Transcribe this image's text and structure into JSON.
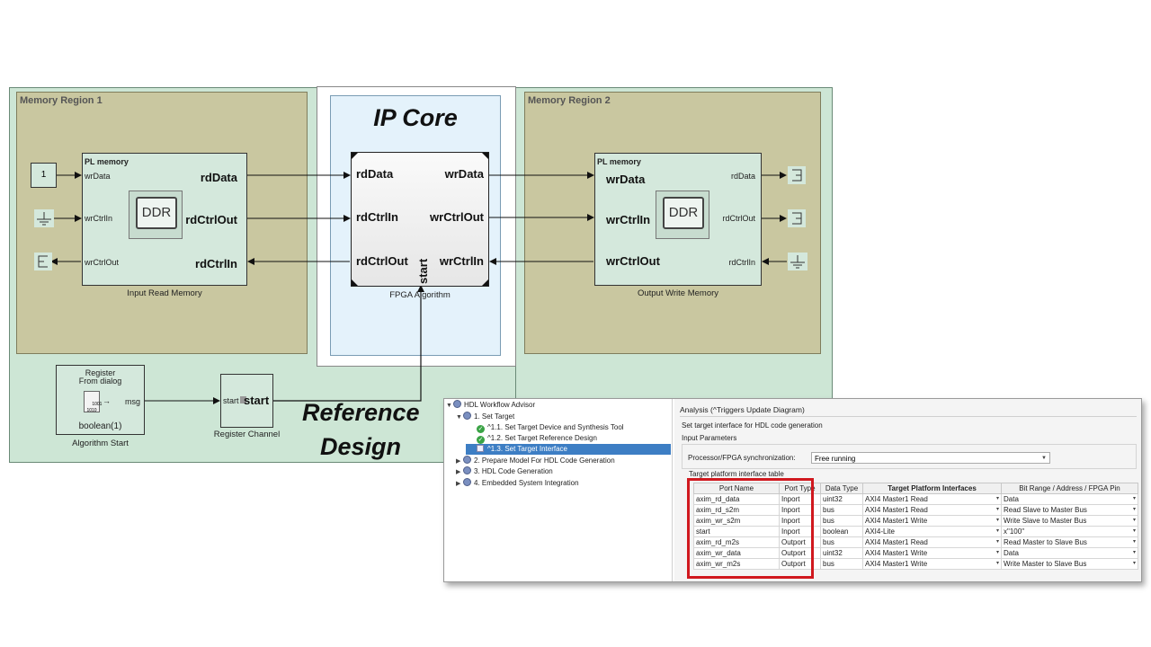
{
  "regions": {
    "region1": "Memory Region 1",
    "region2": "Memory Region 2"
  },
  "ip_core": {
    "title": "IP Core",
    "caption": "FPGA Algorithm",
    "ports_in": [
      "rdData",
      "rdCtrlIn",
      "rdCtrlOut"
    ],
    "ports_out": [
      "wrData",
      "wrCtrlOut",
      "wrCtrlIn"
    ],
    "start_port": "start"
  },
  "input_memory": {
    "header": "PL memory",
    "caption": "Input Read Memory",
    "in_ports": [
      "wrData",
      "wrCtrlIn",
      "wrCtrlOut"
    ],
    "out_ports": [
      "rdData",
      "rdCtrlOut",
      "rdCtrlIn"
    ],
    "chip_label": "DDR",
    "const_value": "1"
  },
  "output_memory": {
    "header": "PL memory",
    "caption": "Output Write Memory",
    "in_ports": [
      "wrData",
      "wrCtrlIn",
      "wrCtrlOut"
    ],
    "out_ports": [
      "rdData",
      "rdCtrlOut",
      "rdCtrlIn"
    ],
    "chip_label": "DDR"
  },
  "register": {
    "title": "Register",
    "subtitle": "From dialog",
    "bits": "1001\n1010",
    "out_port": "msg",
    "value": "boolean(1)",
    "caption": "Algorithm Start"
  },
  "channel": {
    "in_port": "start",
    "out_port": "start",
    "caption": "Register Channel"
  },
  "reference_design": {
    "line1": "Reference",
    "line2": "Design"
  },
  "workflow": {
    "tree": [
      {
        "label": "HDL Workflow Advisor",
        "icon": "gear-icon",
        "level": 0,
        "expanded": true
      },
      {
        "label": "1. Set Target",
        "icon": "gear-icon",
        "level": 1,
        "expanded": true
      },
      {
        "label": "^1.1. Set Target Device and Synthesis Tool",
        "icon": "check-icon",
        "level": 2
      },
      {
        "label": "^1.2. Set Target Reference Design",
        "icon": "check-icon",
        "level": 2
      },
      {
        "label": "^1.3. Set Target Interface",
        "icon": "document-icon",
        "level": 2,
        "selected": true
      },
      {
        "label": "2. Prepare Model For HDL Code Generation",
        "icon": "gear-icon",
        "level": 1
      },
      {
        "label": "3. HDL Code Generation",
        "icon": "gear-icon",
        "level": 1
      },
      {
        "label": "4. Embedded System Integration",
        "icon": "gear-icon",
        "level": 1
      }
    ],
    "analysis_title": "Analysis (^Triggers Update Diagram)",
    "description": "Set target interface for HDL code generation",
    "input_parameters": "Input Parameters",
    "sync_label": "Processor/FPGA synchronization:",
    "sync_value": "Free running",
    "table_title": "Target platform interface table",
    "table": {
      "headers": [
        "Port Name",
        "Port Type",
        "Data Type",
        "Target Platform Interfaces",
        "Bit Range / Address / FPGA Pin"
      ],
      "rows": [
        [
          "axim_rd_data",
          "Inport",
          "uint32",
          "AXI4 Master1 Read",
          "Data"
        ],
        [
          "axim_rd_s2m",
          "Inport",
          "bus",
          "AXI4 Master1 Read",
          "Read Slave to Master Bus"
        ],
        [
          "axim_wr_s2m",
          "Inport",
          "bus",
          "AXI4 Master1 Write",
          "Write Slave to Master Bus"
        ],
        [
          "start",
          "Inport",
          "boolean",
          "AXI4-Lite",
          "x\"100\""
        ],
        [
          "axim_rd_m2s",
          "Outport",
          "bus",
          "AXI4 Master1 Read",
          "Read Master to Slave Bus"
        ],
        [
          "axim_wr_data",
          "Outport",
          "uint32",
          "AXI4 Master1 Write",
          "Data"
        ],
        [
          "axim_wr_m2s",
          "Outport",
          "bus",
          "AXI4 Master1 Write",
          "Write Master to Slave Bus"
        ]
      ]
    }
  },
  "colors": {
    "region_bg": "#cde6d5",
    "region_inner": "#c9c7a0",
    "ip_bg": "#e4f2fb",
    "highlight": "#d0181e",
    "selected": "#3d7ec4"
  }
}
